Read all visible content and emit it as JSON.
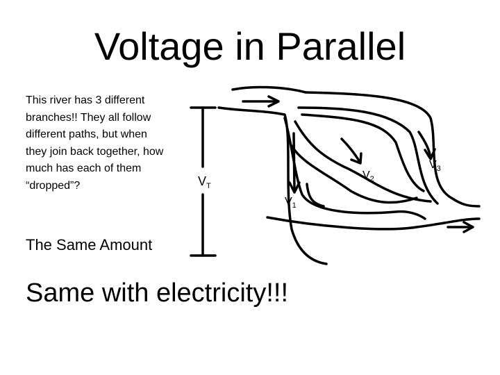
{
  "slide": {
    "title": "Voltage in Parallel",
    "body_text": "This river has 3 different branches!! They all follow different paths, but when they join back together, how much has each of them “dropped”?",
    "answer": "The Same Amount",
    "conclusion": "Same with electricity!!!"
  },
  "diagram": {
    "total_label": "V",
    "total_subscript": "T",
    "branch_labels": [
      {
        "main": "V",
        "sub": "1"
      },
      {
        "main": "V",
        "sub": "2"
      },
      {
        "main": "V",
        "sub": "3"
      }
    ]
  }
}
